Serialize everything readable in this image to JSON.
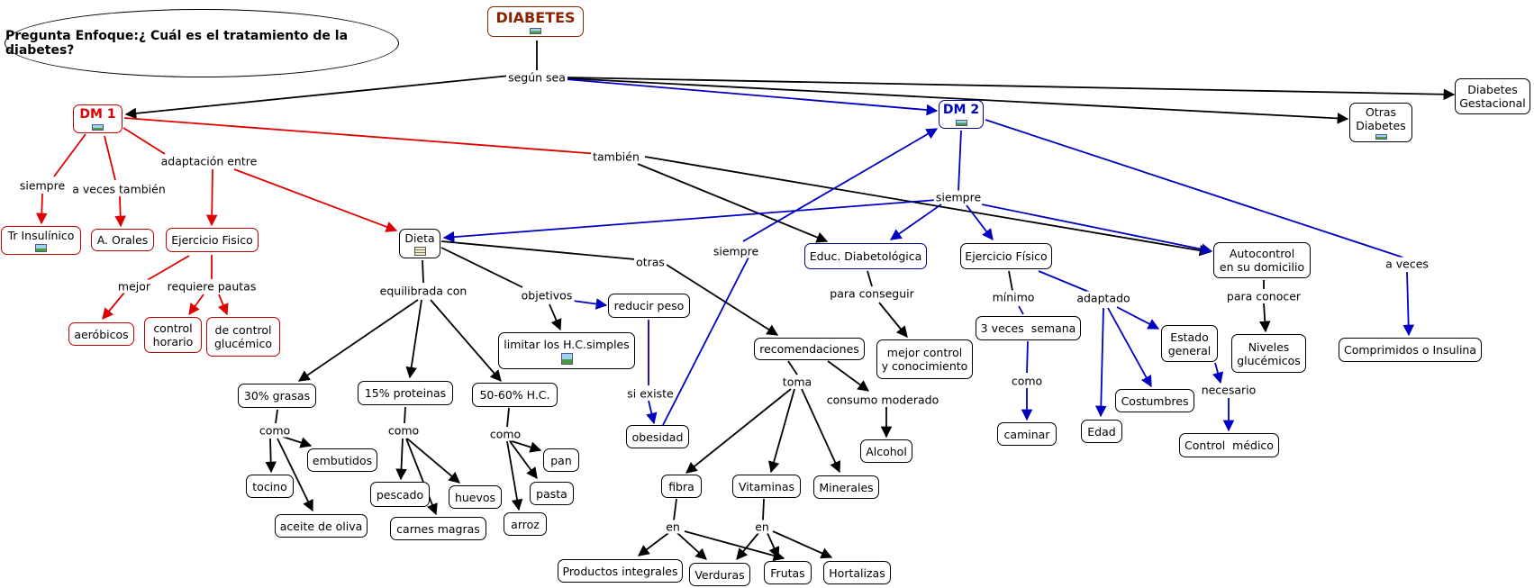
{
  "focus_question": "Pregunta Enfoque:¿ Cuál es el tratamiento de la diabetes?",
  "nodes": {
    "diabetes": "DIABETES",
    "dm1": "DM 1",
    "dm2": "DM 2",
    "diabetes_gestacional": "Diabetes\nGestacional",
    "otras_diabetes": "Otras\nDiabetes",
    "tr_insulinico": "Tr Insulínico",
    "a_orales": "A. Orales",
    "ejercicio_fisico_1": "Ejercicio Fisico",
    "dieta": "Dieta",
    "aerobicos": "aeróbicos",
    "control_horario": "control\nhorario",
    "control_glucemico": "de control\nglucémico",
    "treinta_grasas": "30% grasas",
    "quince_proteinas": "15% proteinas",
    "hc": "50-60% H.C.",
    "limitar_hc": "limitar los H.C.simples",
    "reducir_peso": "reducir peso",
    "obesidad": "obesidad",
    "recomendaciones": "recomendaciones",
    "educ_diabetologica": "Educ. Diabetológica",
    "mejor_control": "mejor control\ny conocimiento",
    "ejercicio_fisico_2": "Ejercicio Físico",
    "tres_veces": "3 veces  semana",
    "caminar": "caminar",
    "edad": "Edad",
    "costumbres": "Costumbres",
    "estado_general": "Estado\ngeneral",
    "control_medico": "Control  médico",
    "autocontrol": "Autocontrol\nen su domicilio",
    "niveles_glucemicos": "Niveles\nglucémicos",
    "comprimidos": "Comprimidos o Insulina",
    "embutidos": "embutidos",
    "tocino": "tocino",
    "aceite": "aceite de oliva",
    "pescado": "pescado",
    "huevos": "huevos",
    "carnes_magras": "carnes magras",
    "pan": "pan",
    "pasta": "pasta",
    "arroz": "arroz",
    "alcohol": "Alcohol",
    "fibra": "fibra",
    "vitaminas": "Vitaminas",
    "minerales": "Minerales",
    "productos_integrales": "Productos integrales",
    "verduras": "Verduras",
    "frutas": "Frutas",
    "hortalizas": "Hortalizas"
  },
  "links": {
    "segun_sea": "según sea",
    "siempre_1": "siempre",
    "a_veces_tambien": "a veces también",
    "adaptacion_entre": "adaptación entre",
    "tambien": "también",
    "mejor": "mejor",
    "requiere_pautas": "requiere pautas",
    "equilibrada_con": "equilibrada con",
    "objetivos": "objetivos",
    "otras": "otras",
    "siempre_2": "siempre",
    "si_existe": "si existe",
    "siempre_3": "siempre",
    "para_conseguir": "para conseguir",
    "minimo": "mínimo",
    "adaptado": "adaptado",
    "para_conocer": "para conocer",
    "a_veces": "a veces",
    "como_1": "como",
    "como_2": "como",
    "como_3": "como",
    "como_4": "como",
    "toma": "toma",
    "consumo_moderado": "consumo moderado",
    "necesario": "necesario",
    "en_1": "en",
    "en_2": "en"
  },
  "colors": {
    "black": "#000000",
    "red": "#e00000",
    "blue": "#0000c0",
    "title": "#8b2500"
  }
}
